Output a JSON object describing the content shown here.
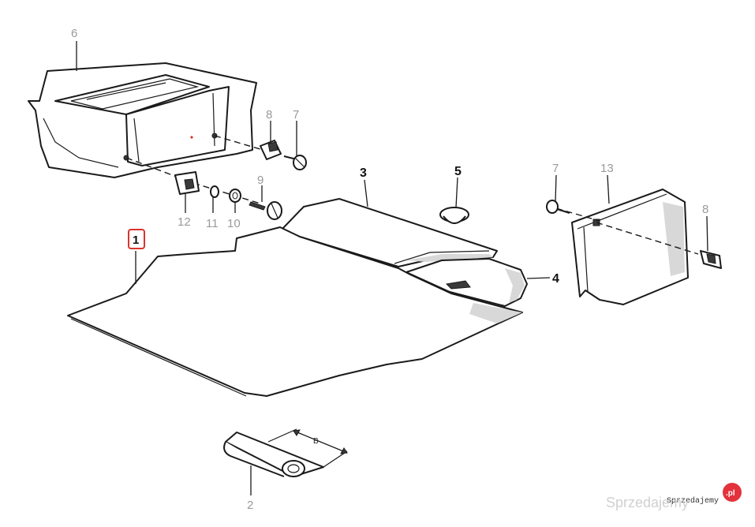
{
  "parts": {
    "p1": "1",
    "p2": "2",
    "p3": "3",
    "p4": "4",
    "p5": "5",
    "p6": "6",
    "p7a": "7",
    "p7b": "7",
    "p8a": "8",
    "p8b": "8",
    "p9": "9",
    "p10": "10",
    "p11": "11",
    "p12": "12",
    "p13": "13"
  },
  "dimension_label": "B",
  "drawing_code": "Sprzedajemy",
  "watermark": {
    "text": "Sprzedajemy",
    "badge": ".pl",
    "badge_color": "#e3323b"
  },
  "colors": {
    "highlight_box": "#d9342b",
    "label_grey": "#9a9a9a"
  }
}
